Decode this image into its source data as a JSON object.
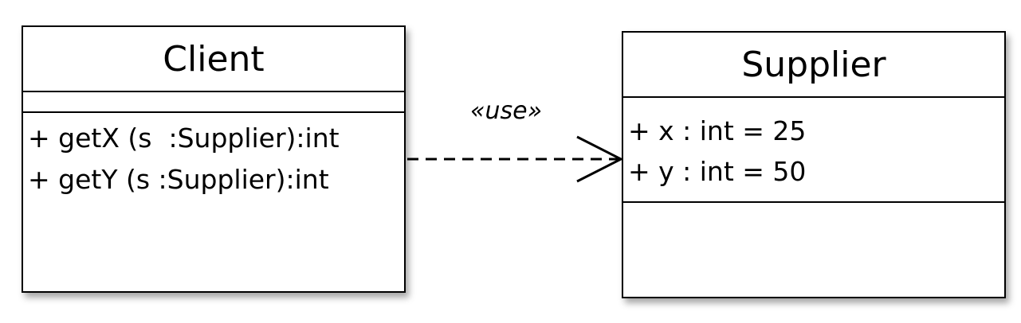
{
  "client": {
    "name": "Client",
    "attributes": [],
    "operations": [
      "+ getX (s  :Supplier):int",
      "+ getY (s :Supplier):int"
    ]
  },
  "supplier": {
    "name": "Supplier",
    "attributes": [
      "+ x : int = 25",
      "+ y : int = 50"
    ],
    "operations": []
  },
  "dependency": {
    "stereotype": "«use»",
    "arrow_style": "dashed-open-arrow"
  },
  "colors": {
    "line": "#000000",
    "background": "#ffffff"
  }
}
